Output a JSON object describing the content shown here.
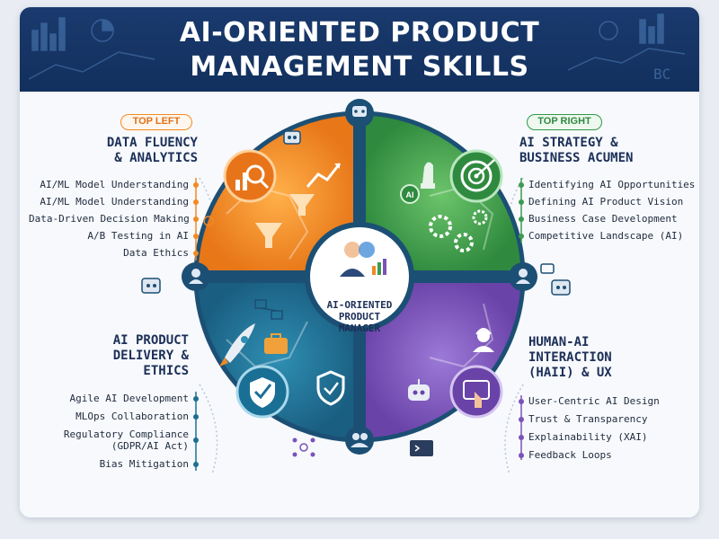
{
  "title_line1": "AI-ORIENTED PRODUCT",
  "title_line2": "MANAGEMENT SKILLS",
  "center": {
    "line1": "AI-ORIENTED",
    "line2": "PRODUCT",
    "line3": "MANAGER"
  },
  "top_left": {
    "tag": "TOP LEFT",
    "title_line1": "DATA FLUENCY",
    "title_line2": "& ANALYTICS",
    "items": [
      "AI/ML Model Understanding",
      "AI/ML Model Understanding",
      "Data-Driven Decision Making",
      "A/B Testing in AI",
      "Data Ethics"
    ]
  },
  "top_right": {
    "tag": "TOP RIGHT",
    "title_line1": "AI STRATEGY &",
    "title_line2": "BUSINESS ACUMEN",
    "items": [
      "Identifying AI Opportunities",
      "Defining AI Product Vision",
      "Business Case Development",
      "Competitive Landscape (AI)"
    ]
  },
  "bottom_left": {
    "title_line1": "AI PRODUCT",
    "title_line2": "DELIVERY &",
    "title_line3": "ETHICS",
    "items": [
      "Agile AI Development",
      "MLOps Collaboration",
      "Regulatory Compliance",
      "(GDPR/AI Act)",
      "Bias Mitigation"
    ]
  },
  "bottom_right": {
    "title_line1": "HUMAN-AI",
    "title_line2": "INTERACTION",
    "title_line3": "(HAII) & UX",
    "items": [
      "User-Centric AI Design",
      "Trust & Transparency",
      "Explainability (XAI)",
      "Feedback Loops"
    ]
  },
  "header_deco_text": "BC",
  "deco_node_label": "AI",
  "colors": {
    "orange": "#f08a24",
    "green": "#3d9a4f",
    "purple": "#7b52b8",
    "teal": "#1e6f8f",
    "navy": "#12305d"
  }
}
